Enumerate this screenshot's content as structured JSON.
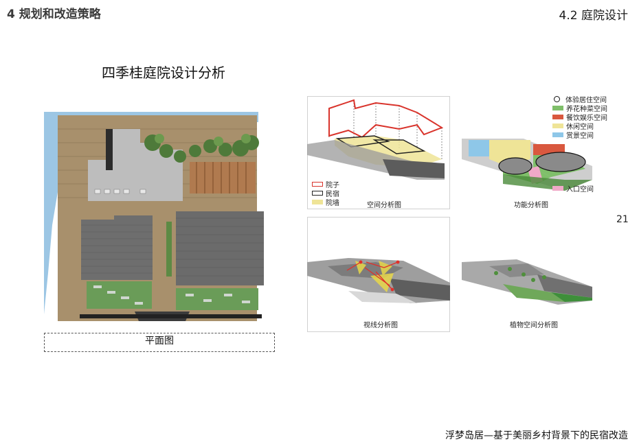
{
  "header": {
    "section_title": "4 规划和改造策略",
    "subsection_title": "4.2 庭院设计"
  },
  "main_title": "四季桂庭院设计分析",
  "plan_caption": "平面图",
  "page_number": "21",
  "footer_title": "浮梦岛居—基于美丽乡村背景下的民宿改造",
  "diagrams": {
    "space": {
      "caption": "空间分析图",
      "legend": [
        {
          "label": "院子",
          "color": "#d9332b",
          "style": "outline"
        },
        {
          "label": "民宿",
          "color": "#222222",
          "style": "outline"
        },
        {
          "label": "院墙",
          "color": "#efe497",
          "style": "fill"
        }
      ]
    },
    "function": {
      "caption": "功能分析图",
      "legend": [
        {
          "label": "体验居住空间",
          "color": "#111111",
          "style": "circle"
        },
        {
          "label": "养花种菜空间",
          "color": "#7fbf6a",
          "style": "fill"
        },
        {
          "label": "餐饮娱乐空间",
          "color": "#d9583f",
          "style": "fill"
        },
        {
          "label": "休闲空间",
          "color": "#efe497",
          "style": "fill"
        },
        {
          "label": "赏景空间",
          "color": "#8ec7e8",
          "style": "fill"
        }
      ],
      "entrance_label": "入口空间",
      "entrance_color": "#f0a9c8"
    },
    "sightline": {
      "caption": "视线分析图"
    },
    "planting": {
      "caption": "植物空间分析图"
    }
  }
}
